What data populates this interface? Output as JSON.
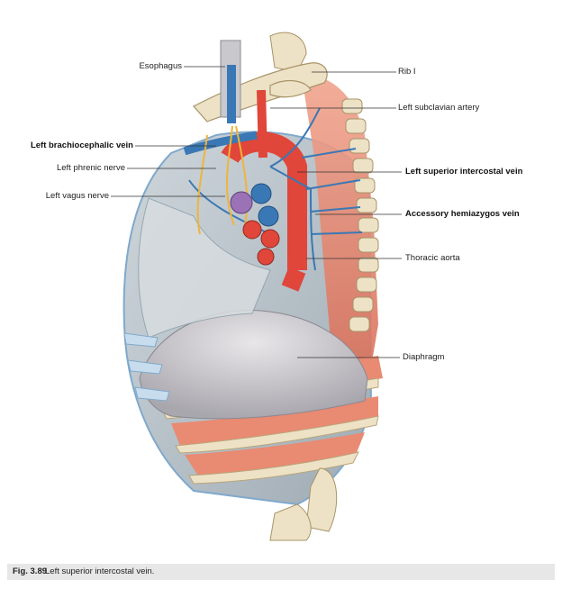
{
  "labels": {
    "esophagus": "Esophagus",
    "rib_1": "Rib I",
    "left_subclavian_artery": "Left subclavian artery",
    "left_brachiocephalic_vein": "Left brachiocephalic vein",
    "left_phrenic_nerve": "Left phrenic nerve",
    "left_vagus_nerve": "Left vagus nerve",
    "left_superior_intercostal_vein": "Left superior intercostal vein",
    "accessory_hemiazygos_vein": "Accessory hemiazygos vein",
    "thoracic_aorta": "Thoracic aorta",
    "diaphragm": "Diaphragm"
  },
  "caption": {
    "number": "Fig. 3.89",
    "text": "Left superior intercostal vein."
  },
  "colors": {
    "bone": "#ede2c6",
    "muscle": "#e98a72",
    "artery": "#e0463a",
    "vein": "#3a78b5",
    "nerve": "#f0b43c",
    "pleura": "#b9c4cc",
    "diaphragm": "#cfcfd3",
    "caption_bg": "#e7e7e7"
  }
}
